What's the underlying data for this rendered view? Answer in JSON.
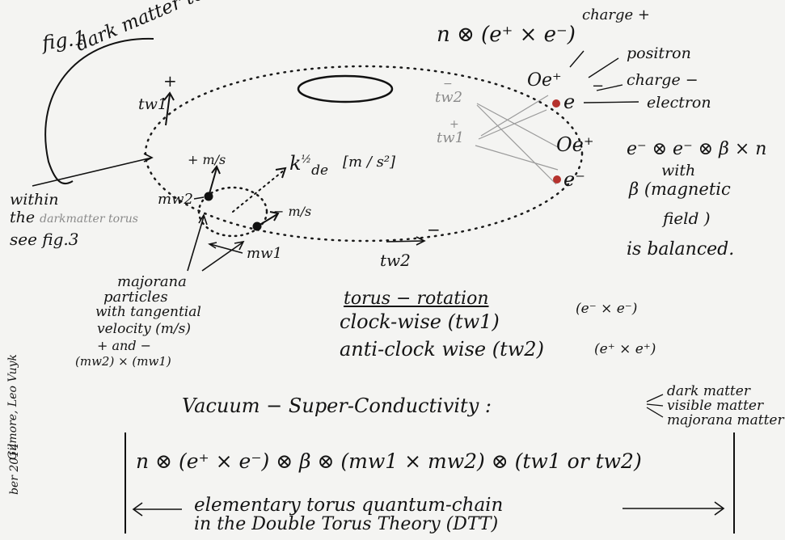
{
  "figure": {
    "fig_label": "fig.1",
    "dark_matter_torus": "dark matter torus",
    "formula_top": "n ⊗ (e⁺ × e⁻)",
    "charge_plus": "charge +",
    "positron": "positron",
    "charge_minus": "charge −",
    "electron": "electron",
    "tw1_top": "+",
    "tw1_label": "tw1",
    "tw2_bottom": "tw2",
    "tw2_minus": "−",
    "tw2_small": "tw2",
    "tw2_small_sign": "−",
    "tw1_small": "tw1",
    "tw1_small_sign": "+",
    "ep_top": "Oe⁺",
    "em_top": "e",
    "em_top_sign": "−",
    "ep_bottom": "Oe⁺",
    "em_bottom": "e⁻",
    "k_label": "k",
    "k_exp": "½",
    "k_sub": "de",
    "k_units": "[m / s²]",
    "plus_ms": "+ m/s",
    "minus_ms": "− m/s",
    "mw2": "mw2",
    "mw1": "mw1",
    "within_line1": "within",
    "within_line2_prefix": "the",
    "within_line2_gray": "darkmatter torus",
    "within_line3": "see fig.3",
    "ee_formula": "e⁻ ⊗ e⁻ ⊗ β × n",
    "with": "with",
    "beta_magnetic": "β (magnetic",
    "field": "field )",
    "balanced": "is balanced.",
    "majorana_1": "majorana",
    "majorana_2": "particles",
    "majorana_3": "with tangential",
    "majorana_4": "velocity (m/s)",
    "majorana_5": "+ and −",
    "majorana_6": "(mw2) × (mw1)",
    "torus_rotation": "torus − rotation",
    "clockwise": "clock-wise (tw1)",
    "clockwise_pair": "(e⁻ × e⁻)",
    "anticlockwise": "anti-clock wise (tw2)",
    "anticlockwise_pair": "(e⁺ × e⁺)",
    "vacuum": "Vacuum − Super-Conductivity :",
    "dark_matter": "dark matter",
    "visible_matter": "visible matter",
    "majorana_matter": "majorana matter",
    "chain_formula": "n ⊗ (e⁺ × e⁻) ⊗ β ⊗ (mw1 × mw2) ⊗ (tw1 or tw2)",
    "chain_line1": "elementary torus quantum-chain",
    "chain_line2": "in the Double Torus Theory (DTT)",
    "side_note_1": "Gilmore, Leo Vuyk",
    "side_note_2": "ber 2014"
  }
}
